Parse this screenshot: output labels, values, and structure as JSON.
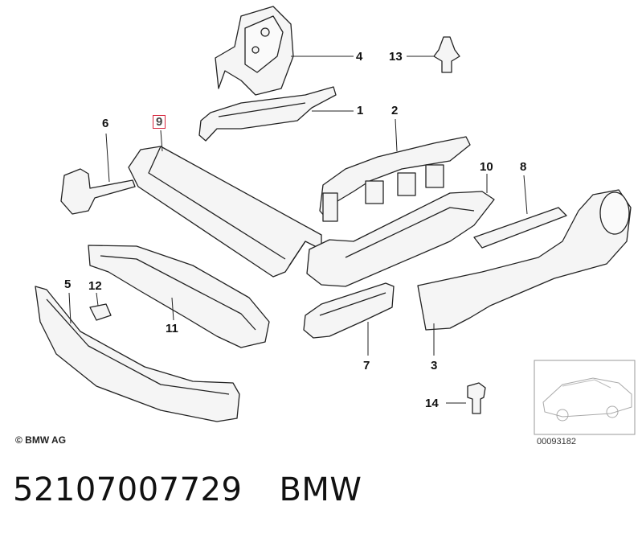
{
  "callouts": [
    {
      "id": "c1",
      "text": "1"
    },
    {
      "id": "c2",
      "text": "2"
    },
    {
      "id": "c3",
      "text": "3"
    },
    {
      "id": "c4",
      "text": "4"
    },
    {
      "id": "c5",
      "text": "5"
    },
    {
      "id": "c6",
      "text": "6"
    },
    {
      "id": "c7",
      "text": "7"
    },
    {
      "id": "c8",
      "text": "8"
    },
    {
      "id": "c9",
      "text": "9",
      "highlighted": true
    },
    {
      "id": "c10",
      "text": "10"
    },
    {
      "id": "c11",
      "text": "11"
    },
    {
      "id": "c12",
      "text": "12"
    },
    {
      "id": "c13",
      "text": "13"
    },
    {
      "id": "c14",
      "text": "14"
    }
  ],
  "copyright": "© BMW AG",
  "thumbnail_code": "00093182",
  "footer": {
    "part_number": "52107007729",
    "brand": "BMW"
  },
  "colors": {
    "outline": "#222222",
    "fill": "#f4f4f4",
    "highlight": "#d7263d"
  }
}
